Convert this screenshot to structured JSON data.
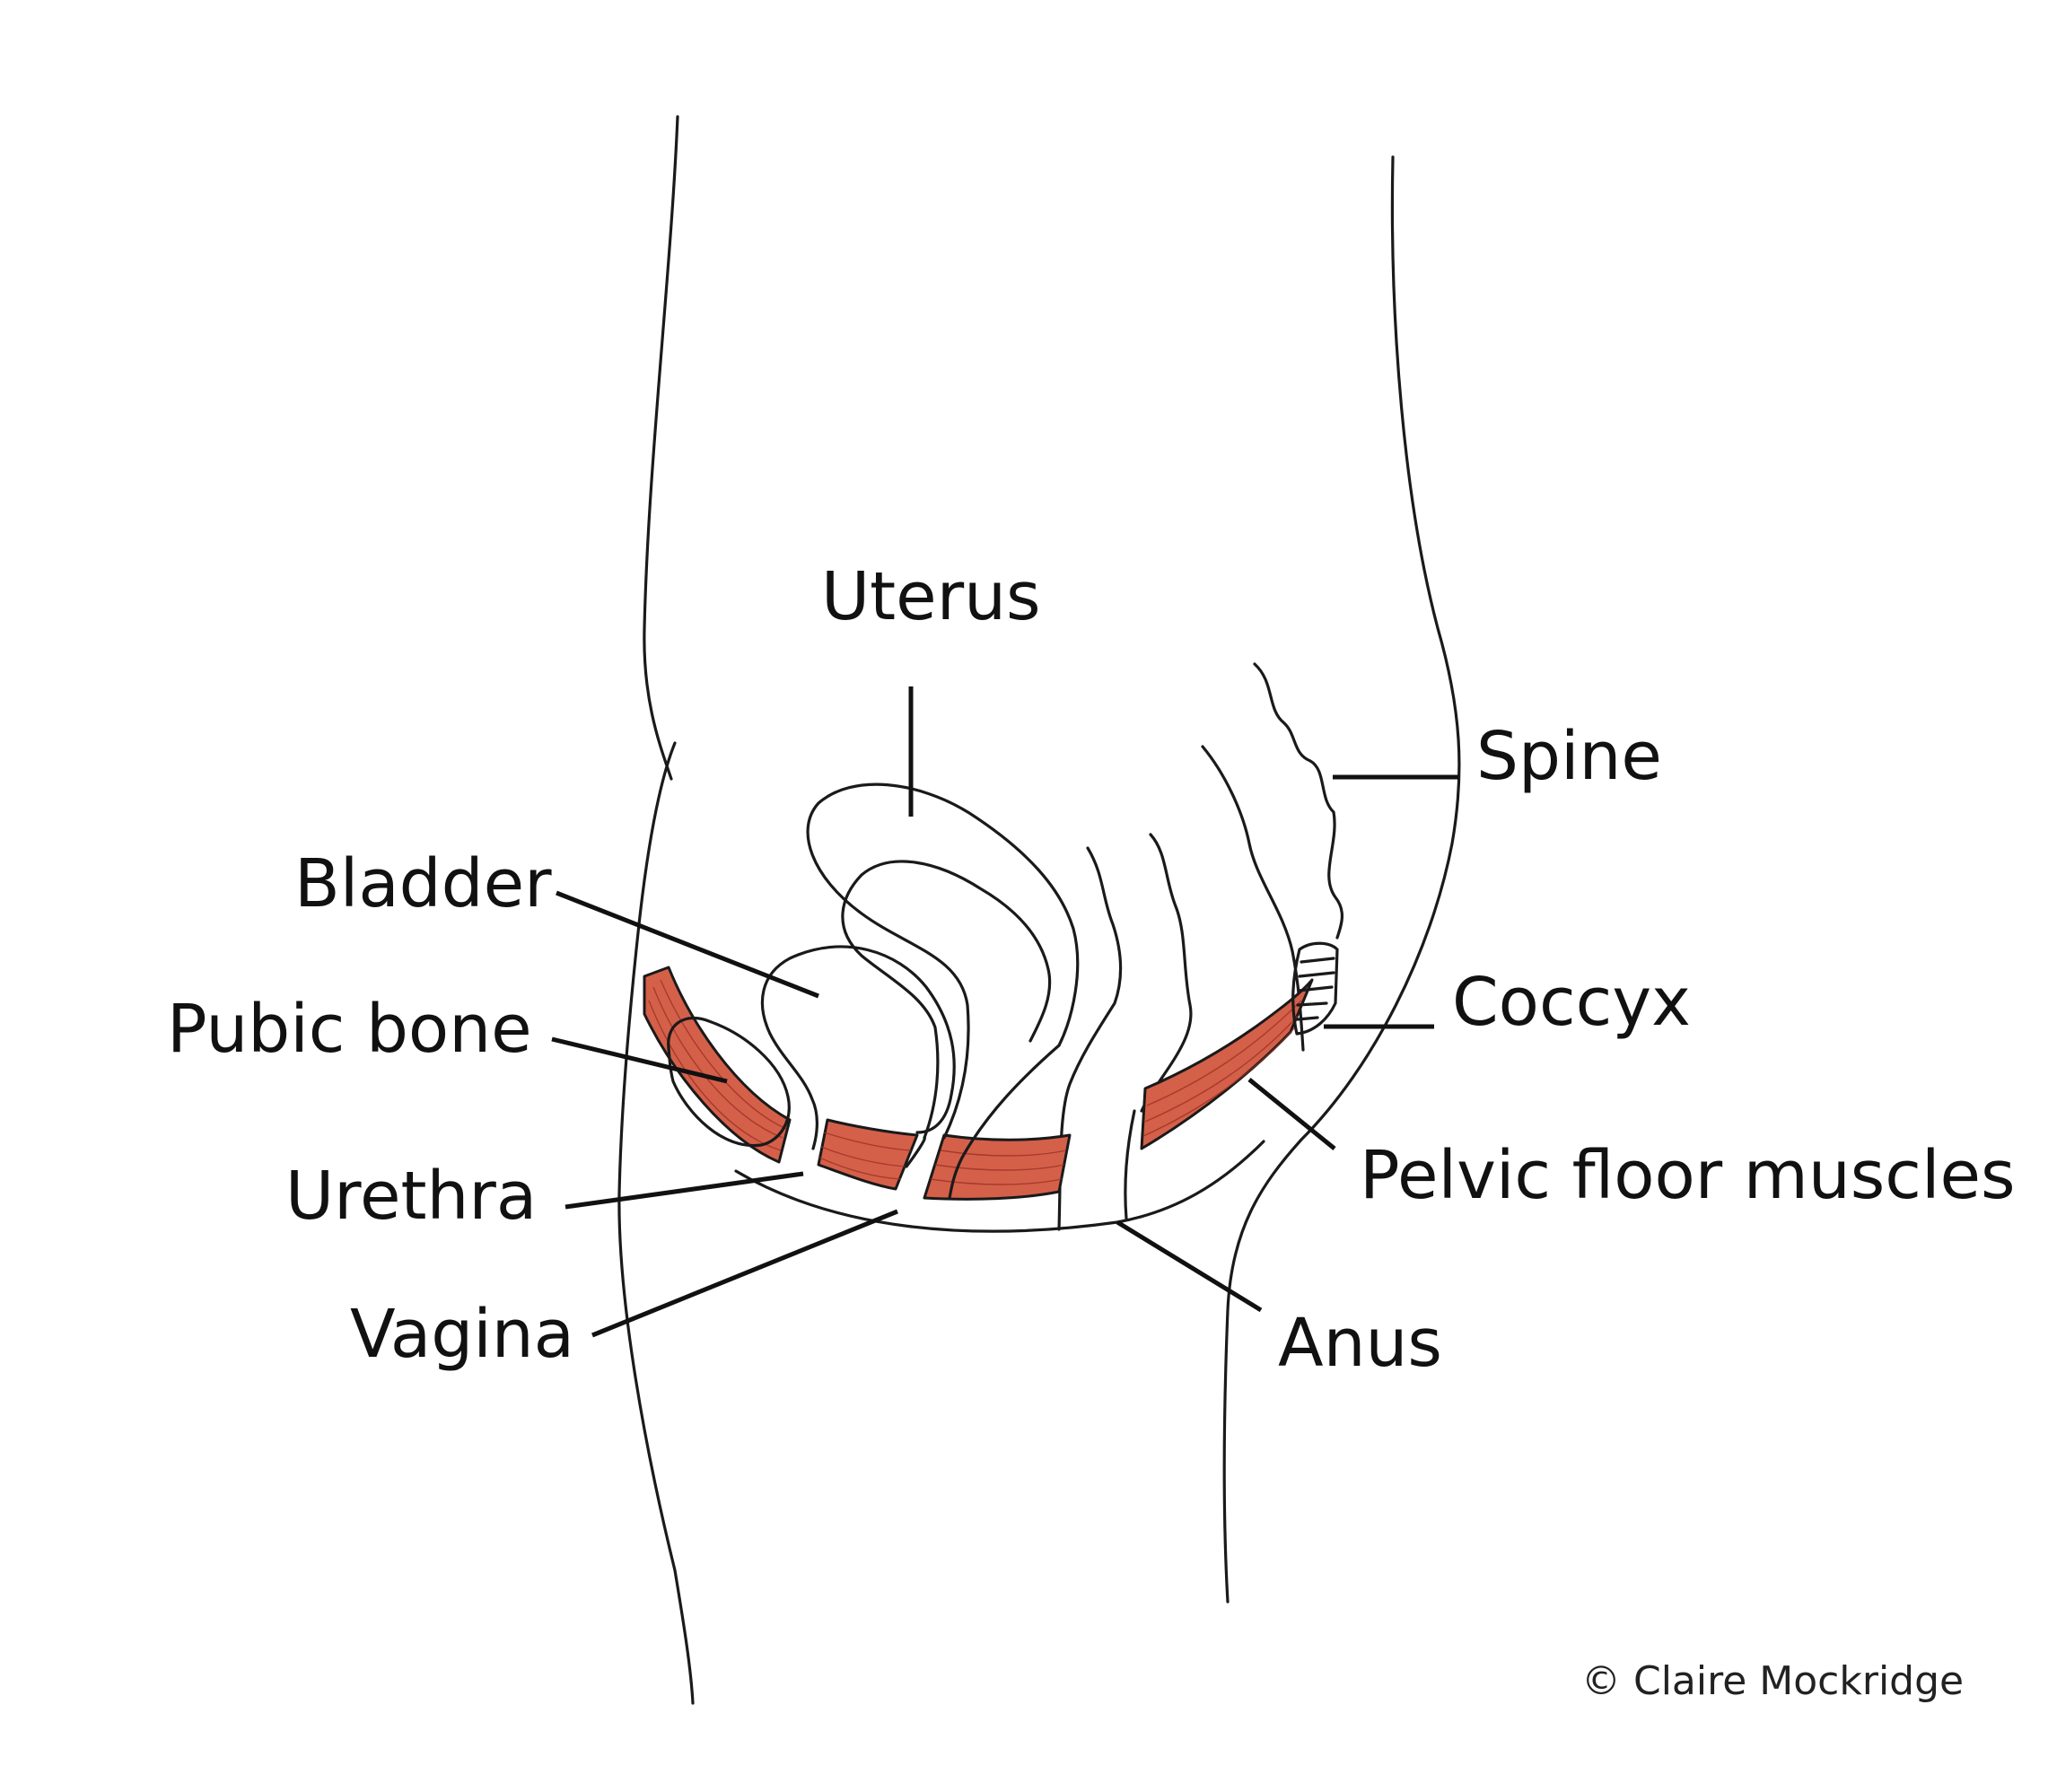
{
  "labels": {
    "uterus": "Uterus",
    "spine": "Spine",
    "bladder": "Bladder",
    "pubic_bone": "Pubic bone",
    "coccyx": "Coccyx",
    "urethra": "Urethra",
    "pelvic_floor_muscles": "Pelvic floor muscles",
    "vagina": "Vagina",
    "anus": "Anus"
  },
  "credit": "© Claire Mockridge",
  "colors": {
    "muscle": "#d4604a",
    "line": "#1a1a1a",
    "background": "#ffffff"
  }
}
